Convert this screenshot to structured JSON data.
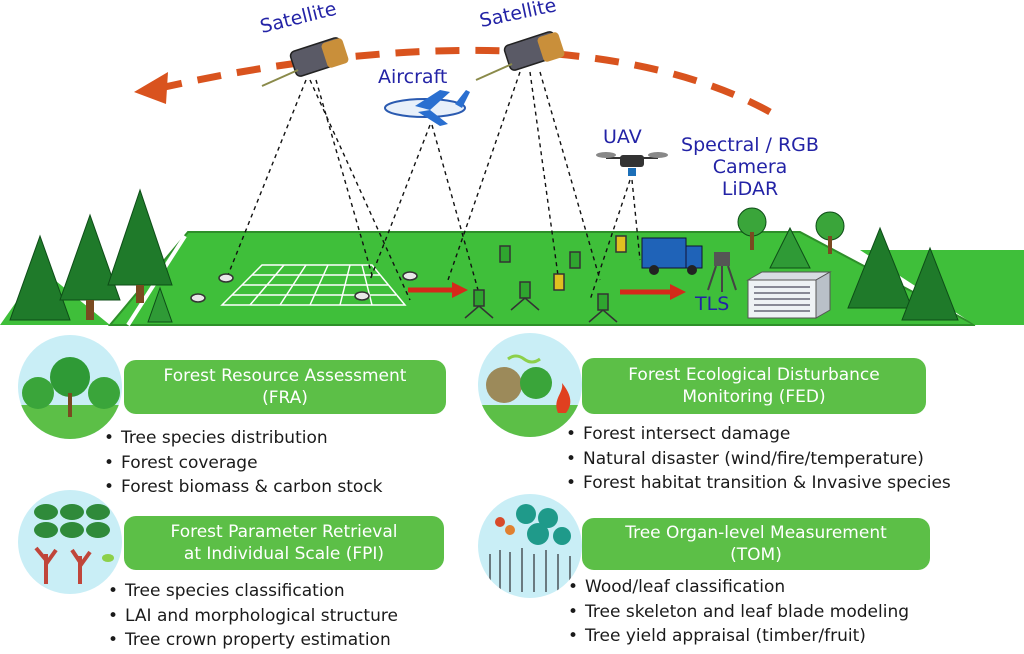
{
  "labels": {
    "satellite_left": "Satellite",
    "satellite_right": "Satellite",
    "aircraft": "Aircraft",
    "uav": "UAV",
    "sensor_line1": "Spectral / RGB",
    "sensor_line2": "Camera",
    "sensor_line3": "LiDAR",
    "tls": "TLS"
  },
  "applications": [
    {
      "title_line1": "Forest Resource Assessment",
      "title_line2": "(FRA)",
      "items": [
        "Tree species distribution",
        "Forest coverage",
        "Forest biomass & carbon stock"
      ]
    },
    {
      "title_line1": "Forest Ecological Disturbance",
      "title_line2": "Monitoring (FED)",
      "items": [
        "Forest intersect damage",
        "Natural disaster (wind/fire/temperature)",
        "Forest habitat transition & Invasive species"
      ]
    },
    {
      "title_line1": "Forest Parameter Retrieval",
      "title_line2": "at Individual Scale (FPI)",
      "items": [
        "Tree species classification",
        "LAI and morphological structure",
        "Tree crown property estimation"
      ]
    },
    {
      "title_line1": "Tree Organ-level Measurement",
      "title_line2": "(TOM)",
      "items": [
        "Wood/leaf classification",
        "Tree skeleton and leaf blade modeling",
        "Tree yield appraisal (timber/fruit)"
      ]
    }
  ],
  "colors": {
    "label_blue": "#2323a6",
    "banner_green": "#5cbf47",
    "ground_green": "#3fbf3a",
    "orbit_arrow": "#d9531e",
    "flow_arrow": "#d42a1a"
  }
}
